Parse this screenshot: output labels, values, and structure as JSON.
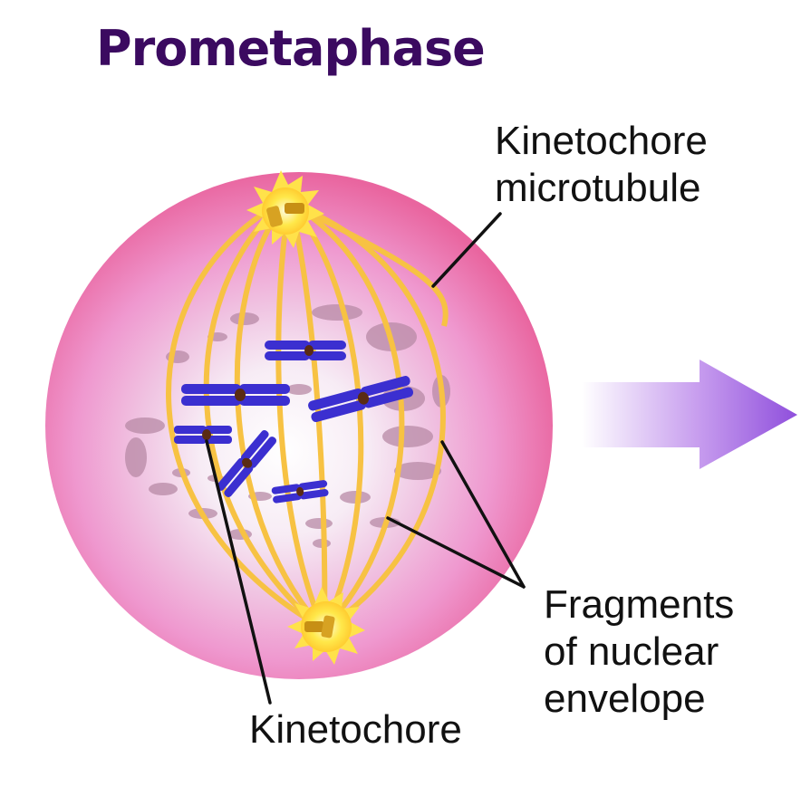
{
  "title": "Prometaphase",
  "labels": {
    "kinetochore_microtubule": [
      "Kinetochore",
      "microtubule"
    ],
    "fragments_of_nuclear_envelope": [
      "Fragments",
      "of nuclear",
      "envelope"
    ],
    "kinetochore": "Kinetochore"
  },
  "colors": {
    "title": "#3b0a60",
    "cell_outer": "#ee7fc0",
    "cell_inner": "#ffffff",
    "spindle_fiber": "#f7c243",
    "centrosome": "#ffe24a",
    "chromosome": "#3b2fd0",
    "envelope_fragment": "#b88aa6",
    "arrow": "#9b5ce0"
  },
  "icons": [
    "right-arrow-icon"
  ]
}
